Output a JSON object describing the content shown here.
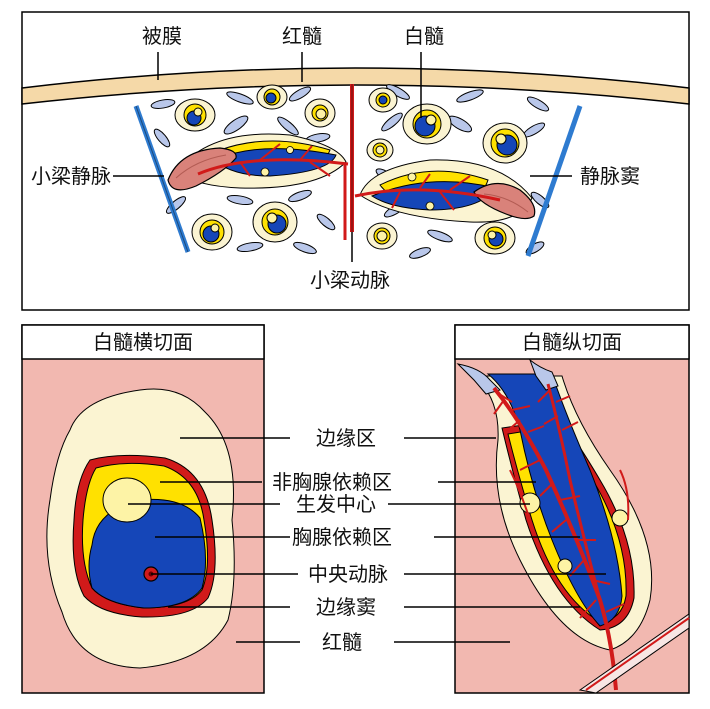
{
  "top_panel": {
    "labels": {
      "capsule": "被膜",
      "red_pulp": "红髓",
      "white_pulp": "白髓",
      "trabecular_vein": "小梁静脉",
      "venous_sinus": "静脉窦",
      "trabecular_artery": "小梁动脉"
    }
  },
  "left_panel": {
    "title": "白髓横切面"
  },
  "right_panel": {
    "title": "白髓纵切面"
  },
  "center_labels": [
    "边缘区",
    "非胸腺依赖区",
    "生发中心",
    "胸腺依赖区",
    "中央动脉",
    "边缘窦",
    "红髓"
  ],
  "colors": {
    "capsule": "#f5d9a8",
    "red_pulp_bg": "#f2b8b0",
    "marginal_zone": "#fbf4d2",
    "thymus_dependent": "#1546b8",
    "thymus_independent": "#ffe100",
    "germinal_center": "#fdf3a6",
    "artery": "#d11a1a",
    "vein": "#2e7bd0"
  }
}
